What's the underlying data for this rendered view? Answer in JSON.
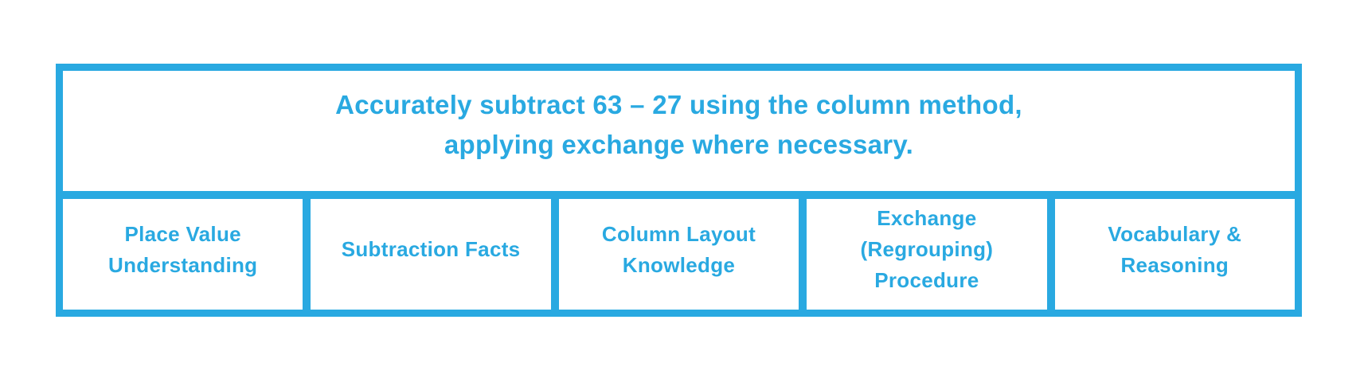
{
  "diagram": {
    "objective": {
      "lines": [
        "Accurately subtract 63 – 27 using the column method,",
        "applying exchange where necessary."
      ]
    },
    "components": [
      {
        "label": "Place Value Understanding"
      },
      {
        "label": "Subtraction Facts"
      },
      {
        "label": "Column Layout Knowledge"
      },
      {
        "label": "Exchange (Regrouping) Procedure"
      },
      {
        "label": "Vocabulary & Reasoning"
      }
    ],
    "colors": {
      "accent_blue": "#29A9E1",
      "background": "#FFFFFF"
    }
  }
}
